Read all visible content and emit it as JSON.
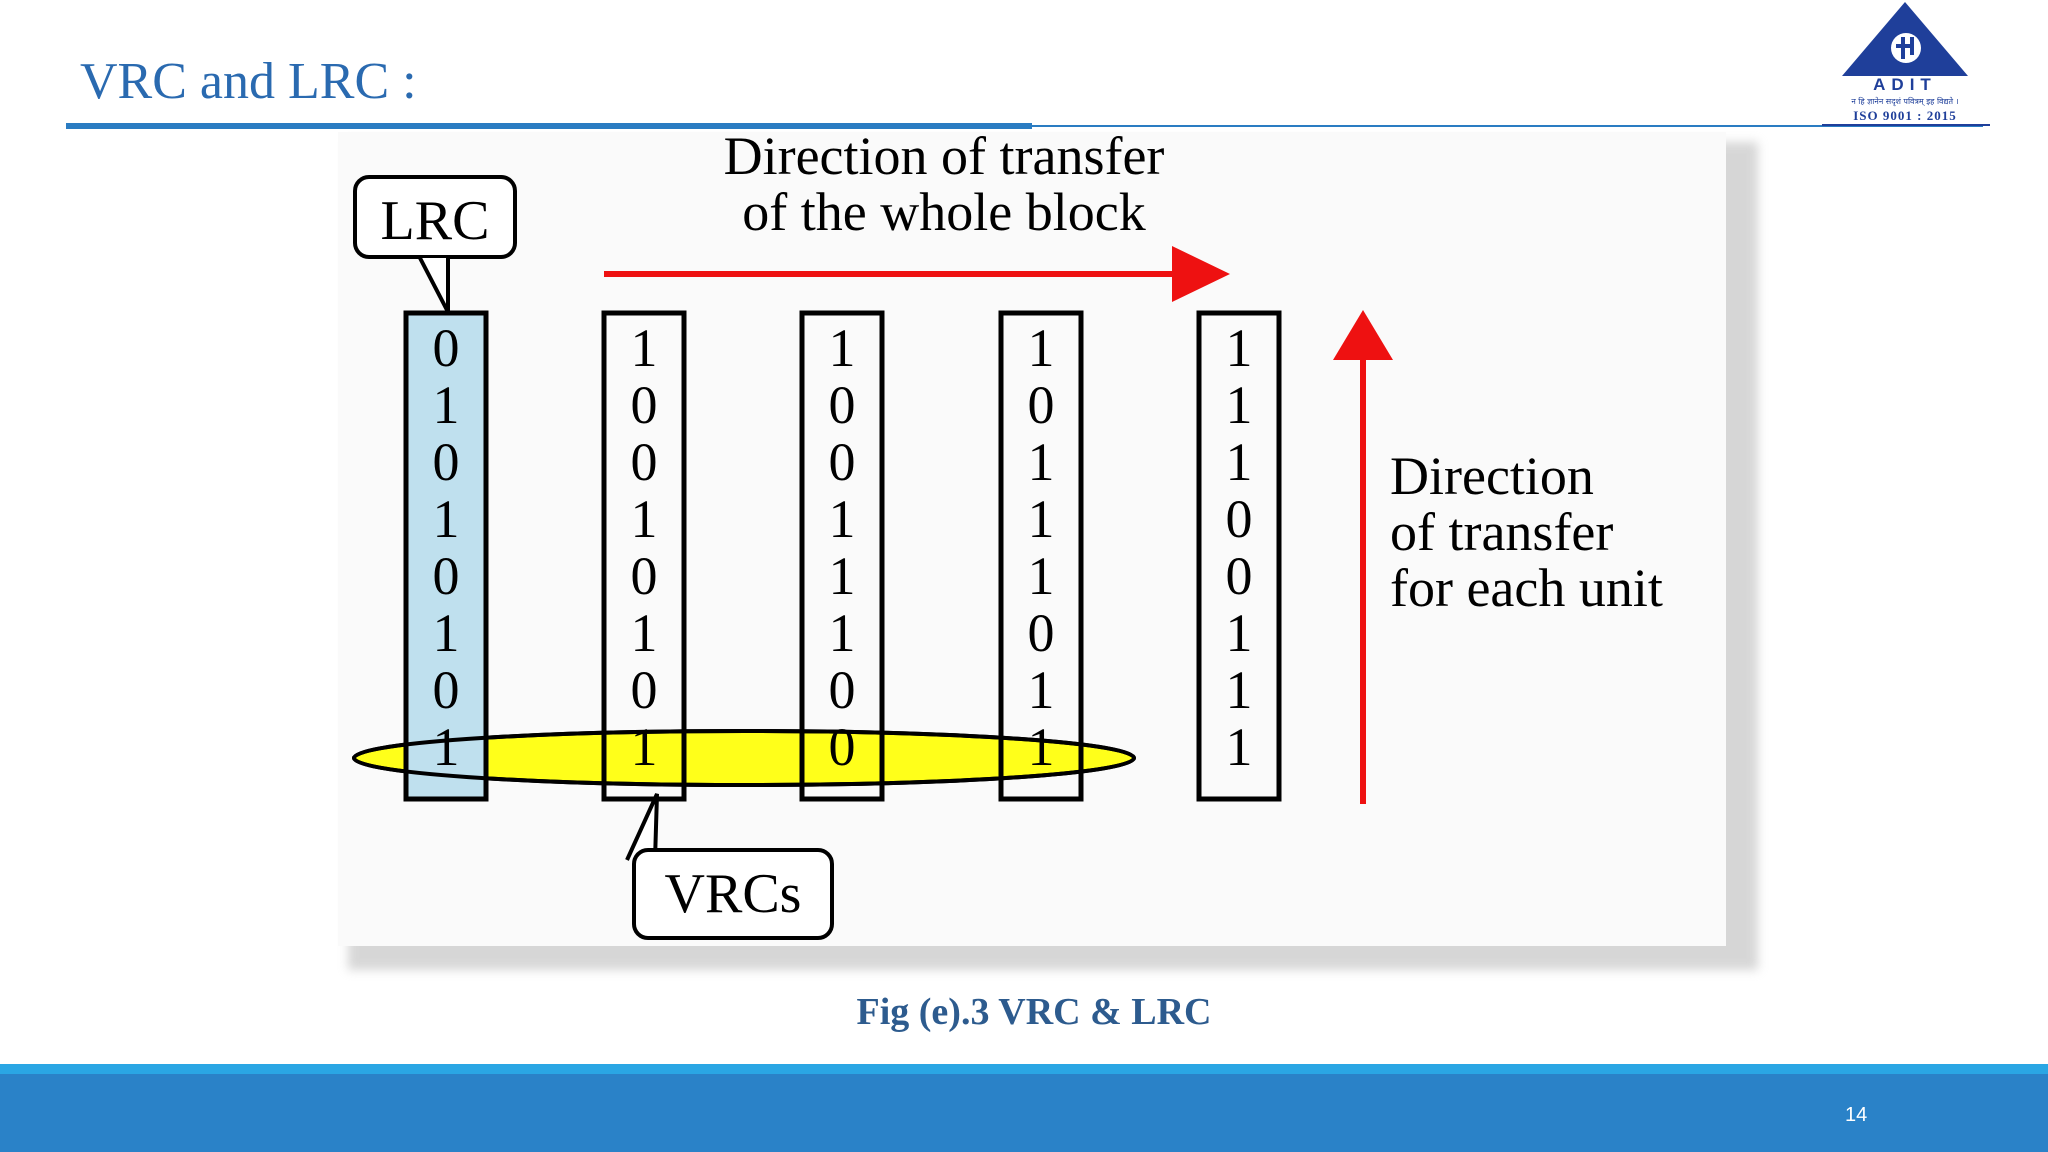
{
  "slide": {
    "title": "VRC and LRC :",
    "caption": "Fig (e).3 VRC & LRC",
    "page_number": "14"
  },
  "logo": {
    "name": "ADIT",
    "motto": "न हि ज्ञानेन सदृशं पवित्रम् इह विद्यते ।",
    "iso": "ISO 9001 : 2015"
  },
  "figure": {
    "lrc_label": "LRC",
    "vrcs_label": "VRCs",
    "block_direction_line1": "Direction of transfer",
    "block_direction_line2": "of the whole block",
    "unit_direction_line1": "Direction",
    "unit_direction_line2": "of transfer",
    "unit_direction_line3": "for each unit",
    "columns": [
      {
        "bits": [
          "0",
          "1",
          "0",
          "1",
          "0",
          "1",
          "0",
          "1"
        ],
        "is_lrc": true
      },
      {
        "bits": [
          "1",
          "0",
          "0",
          "1",
          "0",
          "1",
          "0",
          "1"
        ],
        "is_lrc": false
      },
      {
        "bits": [
          "1",
          "0",
          "0",
          "1",
          "1",
          "1",
          "0",
          "0"
        ],
        "is_lrc": false
      },
      {
        "bits": [
          "1",
          "0",
          "1",
          "1",
          "1",
          "0",
          "1",
          "1"
        ],
        "is_lrc": false
      },
      {
        "bits": [
          "1",
          "1",
          "1",
          "0",
          "0",
          "1",
          "1",
          "1"
        ],
        "is_lrc": false
      }
    ]
  },
  "colors": {
    "title": "#2a6ab0",
    "accent_blue": "#2a7cc2",
    "footer": "#2a82c8",
    "footer_band": "#2aa6e4",
    "lrc_fill": "#bfe0ee",
    "vrc_highlight": "#ffff1a",
    "arrow_red": "#ee1111",
    "caption": "#2d5b8e"
  }
}
